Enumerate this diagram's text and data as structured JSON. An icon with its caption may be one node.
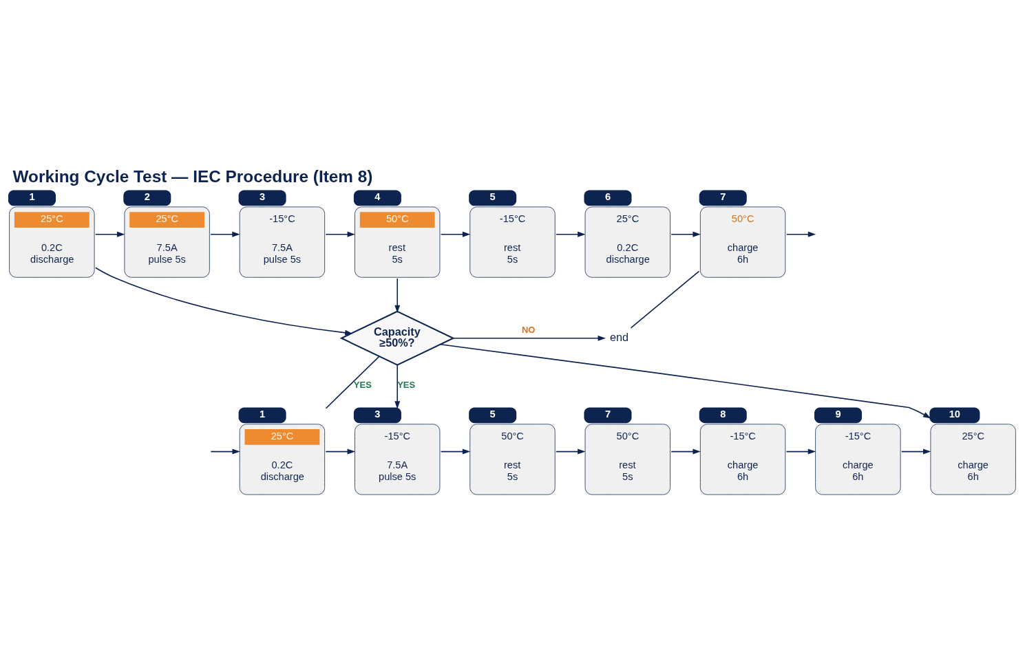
{
  "diagram": {
    "title": "Working Cycle Test — IEC Procedure (Item 8)",
    "nodes": [
      {
        "text": [
          "25°C",
          "0.2C discharge"
        ],
        "beside": [
          "1"
        ]
      },
      {
        "text": [
          "25°C",
          "7.5A pulse 5s"
        ],
        "beside": [
          "2"
        ]
      },
      {
        "text": [
          "-15°C",
          "7.5A pulse 5s"
        ],
        "beside": [
          "3"
        ]
      },
      {
        "text": [
          "50°C",
          "rest 5s"
        ],
        "beside": [
          "4"
        ]
      },
      {
        "text": [
          "-15°C",
          "rest 5s"
        ],
        "beside": [
          "5"
        ]
      },
      {
        "text": [
          "25°C",
          "0.2C discharge"
        ],
        "beside": [
          "6"
        ]
      },
      {
        "text": [
          "50°C",
          "charge 6h"
        ],
        "beside": [
          "7"
        ]
      },
      {
        "text": [
          "Capacity ≥50%?"
        ]
      },
      {
        "text": [
          "end"
        ]
      },
      {
        "text": [
          "25°C",
          "0.2C discharge"
        ],
        "beside": [
          "1"
        ]
      },
      {
        "text": [
          "-15°C",
          "7.5A pulse 5s"
        ],
        "beside": [
          "3"
        ]
      },
      {
        "text": [
          "50°C",
          "rest 5s"
        ],
        "beside": [
          "5"
        ]
      },
      {
        "text": [
          "50°C",
          "rest 5s"
        ],
        "beside": [
          "7"
        ]
      },
      {
        "text": [
          "-15°C",
          "charge 6h"
        ],
        "beside": [
          "8"
        ]
      },
      {
        "text": [
          "-15°C",
          "charge 6h"
        ],
        "beside": [
          "9"
        ]
      },
      {
        "text": [
          "25°C",
          "charge 6h"
        ],
        "beside": [
          "10"
        ]
      }
    ],
    "edges": [
      {
        "from": 0,
        "to": 1,
        "arrow": "to"
      },
      {
        "from": 1,
        "to": 2,
        "arrow": "to"
      },
      {
        "from": 2,
        "to": 3,
        "arrow": "to"
      },
      {
        "from": 3,
        "to": 4,
        "arrow": "to"
      },
      {
        "from": 4,
        "to": 5,
        "arrow": "to"
      },
      {
        "from": 5,
        "to": 6,
        "arrow": "to"
      },
      {
        "from": 6,
        "to": null,
        "arrow": "to"
      },
      {
        "from": 0,
        "to": 7,
        "arrow": "to"
      },
      {
        "from": 3,
        "to": 7,
        "arrow": "to"
      },
      {
        "from": 6,
        "to": 8,
        "arrow": "none"
      },
      {
        "from": 7,
        "to": 8,
        "arrow": "to",
        "label": "NO"
      },
      {
        "from": 7,
        "to": 9,
        "arrow": "none",
        "label": "YES"
      },
      {
        "from": 7,
        "to": 10,
        "arrow": "to",
        "label": "YES"
      },
      {
        "from": 7,
        "to": 15,
        "arrow": "to"
      },
      {
        "from": null,
        "to": 9,
        "arrow": "to"
      },
      {
        "from": 9,
        "to": 10,
        "arrow": "to"
      },
      {
        "from": 10,
        "to": 11,
        "arrow": "to"
      },
      {
        "from": 11,
        "to": 12,
        "arrow": "to"
      },
      {
        "from": 12,
        "to": 13,
        "arrow": "to"
      },
      {
        "from": 13,
        "to": 14,
        "arrow": "to"
      },
      {
        "from": 14,
        "to": 15,
        "arrow": "to"
      }
    ]
  }
}
